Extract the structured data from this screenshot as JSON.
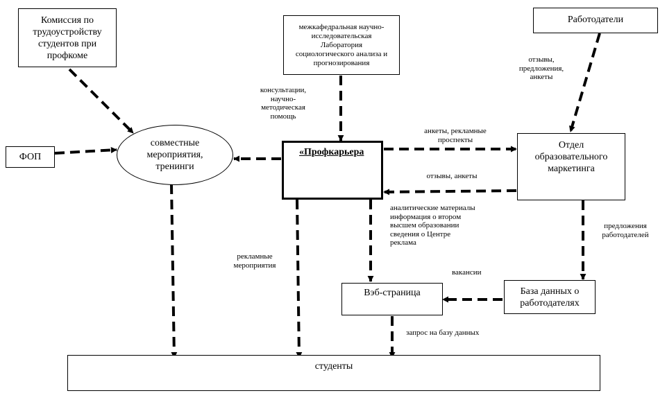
{
  "nodes": {
    "komissiya": "Комиссия по\nтрудоустройству\nстудентов при\nпрофкоме",
    "laboratoriya": "межкафедральная научно-\nисследовательская\nЛаборатория\nсоциологического анализа и\nпрогнозирования",
    "rabotodateli": "Работодатели",
    "fop": "ФОП",
    "meropriyatiya": "совместные\nмероприятия,\nтренинги",
    "profkariera": "«Профкарьера",
    "otdel": "Отдел\nобразовательного\nмаркетинга",
    "web": "Вэб-страница",
    "baza": "База данных о\nработодателях",
    "studenty": "студенты"
  },
  "edge_labels": {
    "konsultacii": "консультации,\nнаучно-\nметодическая\nпомощь",
    "otzyvy_predlozheniya": "отзывы,\nпредложения,\nанкеты",
    "ankety_prospekty": "анкеты, рекламные\nпроспекты",
    "otzyvy_ankety": "отзывы, анкеты",
    "analiticheskie": "аналитические материалы\nинформация о втором\nвысшем образовании\nсведения о Центре\nреклама",
    "predlozheniya_rabotodatelej": "предложения\nработодателей",
    "reklamnye": "рекламные\nмероприятия",
    "vakansii": "вакансии",
    "zapros": "запрос на базу данных"
  }
}
